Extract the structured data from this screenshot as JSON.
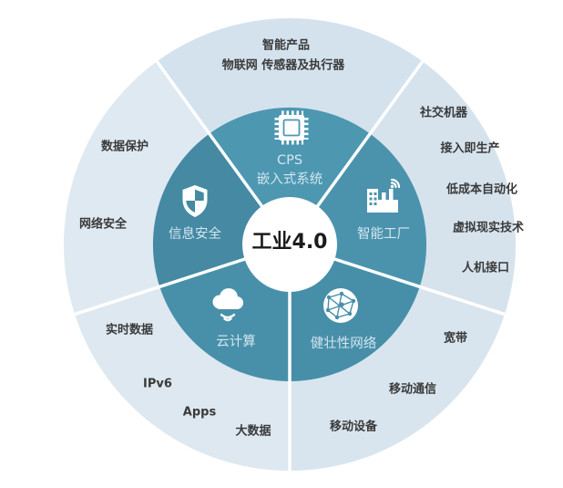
{
  "center_label": "工业4.0",
  "segments": {
    "cps_line1": "CPS",
    "cps_line2": "嵌入式系统",
    "smart_factory": "智能工厂",
    "robust_network": "健壮性网络",
    "cloud_computing": "云计算",
    "info_security": "信息安全"
  },
  "segment_icons": [
    "chip-icon",
    "factory-icon",
    "network-globe-icon",
    "cloud-icon",
    "shield-icon"
  ],
  "outer_labels": [
    "智能产品",
    "物联网 传感器及执行器",
    "社交机器",
    "接入即生产",
    "低成本自动化",
    "虚拟现实技术",
    "人机接口",
    "宽带",
    "移动通信",
    "移动设备",
    "大数据",
    "Apps",
    "IPv6",
    "实时数据",
    "网络安全",
    "数据保护"
  ],
  "colors": {
    "middle_segments": {
      "top": "#4D97B1",
      "right": "#4B93AD",
      "bottom_right": "#478FA9",
      "bottom_left": "#4890AA",
      "left": "#4589A3"
    },
    "outer_sectors": {
      "top": "#D4E2EE",
      "right": "#D6E3ED",
      "bottom_right": "#D9E5EE",
      "bottom_left": "#DDE8F0",
      "left": "#DFE9F1"
    },
    "divider": "#FFFFFF",
    "center_bg": "#FFFFFF",
    "center_text": "#1B1B1B",
    "segment_label": "#D3E6EF",
    "outer_label": "#3A3A3A"
  }
}
